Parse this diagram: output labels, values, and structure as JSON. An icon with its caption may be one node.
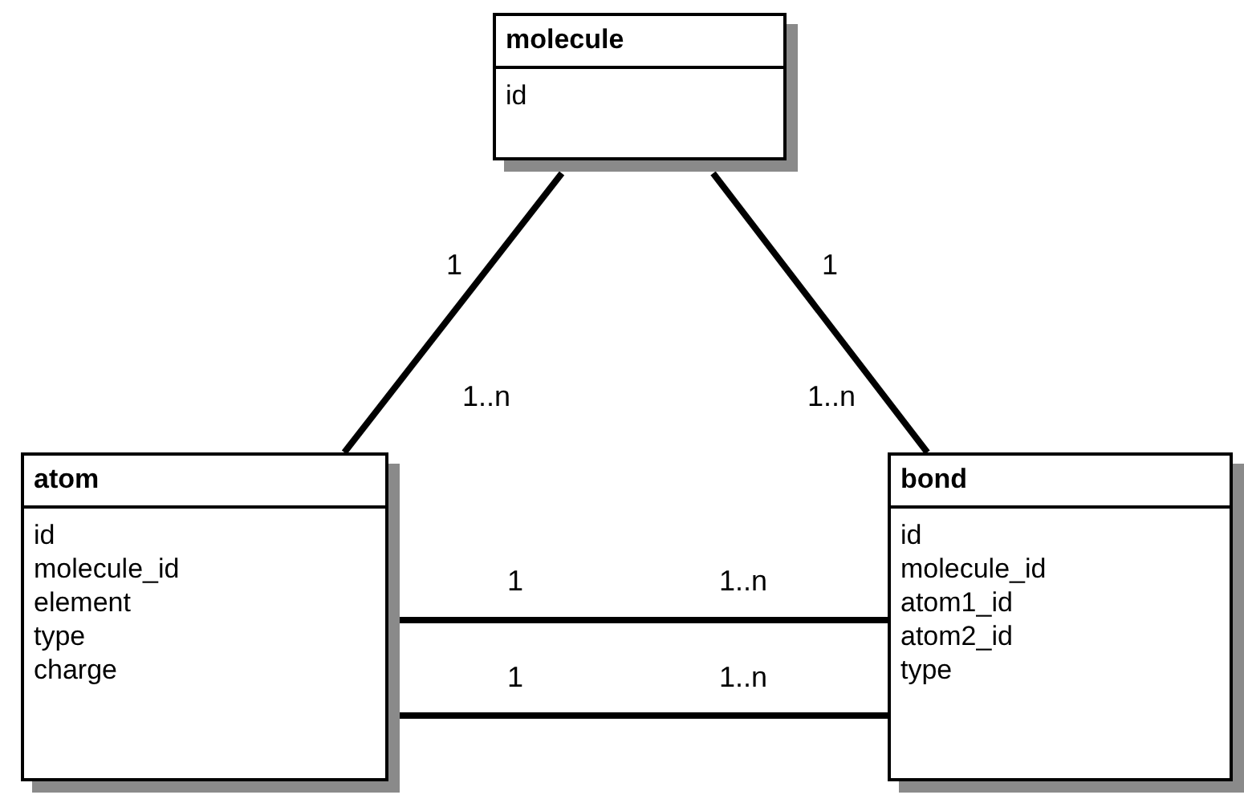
{
  "diagram": {
    "nodes": [
      {
        "text": [
          "molecule",
          "id"
        ]
      },
      {
        "text": [
          "atom",
          "id",
          "molecule_id",
          "element",
          "type",
          "charge"
        ]
      },
      {
        "text": [
          "bond",
          "id",
          "molecule_id",
          "atom1_id",
          "atom2_id",
          "type"
        ]
      }
    ],
    "edges": [
      {
        "from": 0,
        "to": 1,
        "arrow": "none"
      },
      {
        "from": 0,
        "to": 2,
        "arrow": "none"
      },
      {
        "from": 1,
        "to": 2,
        "arrow": "none"
      },
      {
        "from": 1,
        "to": 2,
        "arrow": "none"
      }
    ],
    "labels": [
      "1",
      "1",
      "1..n",
      "1..n",
      "1",
      "1..n",
      "1",
      "1..n"
    ]
  }
}
